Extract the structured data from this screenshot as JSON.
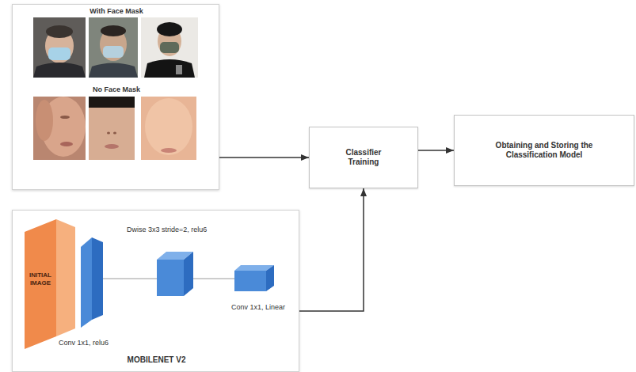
{
  "diagram": {
    "nodes": [
      {
        "text": [
          "With Face Mask",
          "No Face Mask"
        ]
      },
      {
        "text": [
          "MOBILENET V2"
        ]
      },
      {
        "text": [
          "INITIAL IMAGE"
        ],
        "in": 1
      },
      {
        "text": [
          "Classifier Training"
        ]
      },
      {
        "text": [
          "Obtaining and Storing the Classification Model"
        ]
      }
    ],
    "edges": [
      {
        "from": 0,
        "to": 3,
        "arrow": "to"
      },
      {
        "from": 1,
        "to": 3,
        "arrow": "to"
      },
      {
        "from": 3,
        "to": 4,
        "arrow": "to"
      }
    ],
    "labels": [
      "Dwise 3x3 stride=2, relu6",
      "Conv 1x1, Linear",
      "Conv 1x1, relu6"
    ]
  }
}
